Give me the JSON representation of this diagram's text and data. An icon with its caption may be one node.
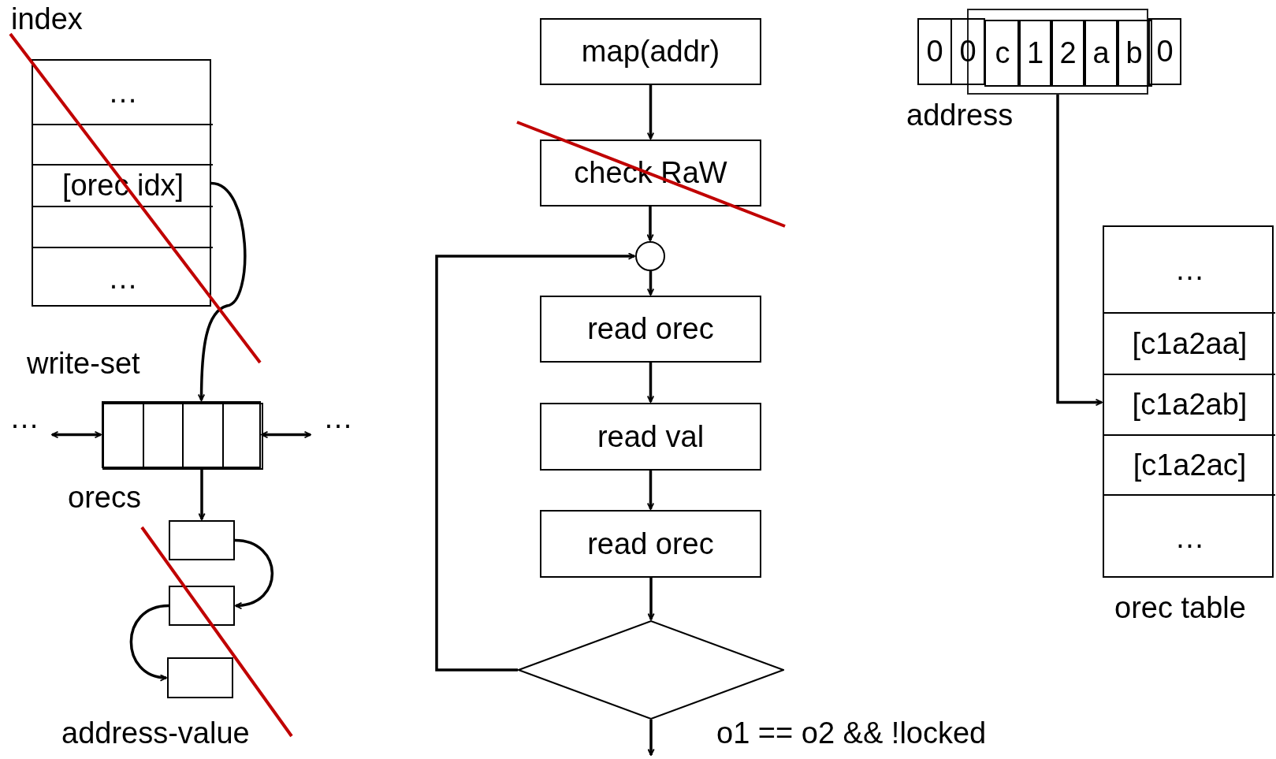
{
  "diagram": {
    "nodes": [
      {
        "text": [],
        "shape": "box"
      },
      {
        "text": [
          "…"
        ],
        "in": 0
      },
      {
        "text": [],
        "shape": "box",
        "in": 0
      },
      {
        "text": [
          "[orec idx]"
        ],
        "in": 0
      },
      {
        "text": [],
        "shape": "box",
        "in": 0
      },
      {
        "text": [
          "…"
        ],
        "in": 0
      },
      {
        "text": [],
        "shape": "box"
      },
      {
        "text": [],
        "shape": "box",
        "in": 6
      },
      {
        "text": [],
        "shape": "box",
        "in": 6
      },
      {
        "text": [],
        "shape": "box",
        "in": 6
      },
      {
        "text": [],
        "shape": "box",
        "in": 6
      },
      {
        "text": [
          "…"
        ]
      },
      {
        "text": [
          "…"
        ]
      },
      {
        "text": [],
        "shape": "box"
      },
      {
        "text": [],
        "shape": "box"
      },
      {
        "text": [],
        "shape": "box"
      },
      {
        "text": [
          "map(addr)"
        ]
      },
      {
        "text": [
          "check RaW"
        ]
      },
      {
        "text": [],
        "shape": "circle"
      },
      {
        "text": [
          "read orec"
        ]
      },
      {
        "text": [
          "read val"
        ]
      },
      {
        "text": [
          "read orec"
        ]
      },
      {
        "text": [],
        "shape": "diamond"
      },
      {
        "text": [],
        "shape": "box"
      },
      {
        "text": [
          "0"
        ]
      },
      {
        "text": [
          "0"
        ]
      },
      {
        "text": [
          "c"
        ],
        "in": 23
      },
      {
        "text": [
          "1"
        ],
        "in": 23
      },
      {
        "text": [
          "2"
        ],
        "in": 23
      },
      {
        "text": [
          "a"
        ],
        "in": 23
      },
      {
        "text": [
          "b"
        ],
        "in": 23
      },
      {
        "text": [
          "0"
        ]
      },
      {
        "text": [],
        "shape": "box",
        "beside": [
          "orec table"
        ]
      },
      {
        "text": [
          "…"
        ],
        "in": 32
      },
      {
        "text": [
          "[c1a2aa]"
        ],
        "in": 32
      },
      {
        "text": [
          "[c1a2ab]"
        ],
        "in": 32
      },
      {
        "text": [
          "[c1a2ac]"
        ],
        "in": 32
      },
      {
        "text": [
          "…"
        ],
        "in": 32
      }
    ],
    "edges": [
      {
        "from": 3,
        "to": 9,
        "arrow": "to"
      },
      {
        "from": 11,
        "to": 7,
        "arrow": "both"
      },
      {
        "from": 10,
        "to": 12,
        "arrow": "both"
      },
      {
        "from": 9,
        "to": 13,
        "arrow": "to"
      },
      {
        "from": 13,
        "to": 14,
        "arrow": "to"
      },
      {
        "from": 14,
        "to": 15,
        "arrow": "to"
      },
      {
        "from": 16,
        "to": 17,
        "arrow": "to"
      },
      {
        "from": 17,
        "to": 18,
        "arrow": "to"
      },
      {
        "from": 18,
        "to": 19,
        "arrow": "to"
      },
      {
        "from": 19,
        "to": 20,
        "arrow": "to"
      },
      {
        "from": 20,
        "to": 21,
        "arrow": "to"
      },
      {
        "from": 21,
        "to": 22,
        "arrow": "to"
      },
      {
        "from": 22,
        "to": 18,
        "arrow": "to"
      },
      {
        "from": 22,
        "to": null,
        "arrow": "to",
        "label": "o1 == o2 && !locked"
      },
      {
        "from": 23,
        "to": 35,
        "arrow": "to"
      }
    ],
    "labels": [
      "index",
      "write-set",
      "orecs",
      "address-value",
      "address"
    ]
  }
}
